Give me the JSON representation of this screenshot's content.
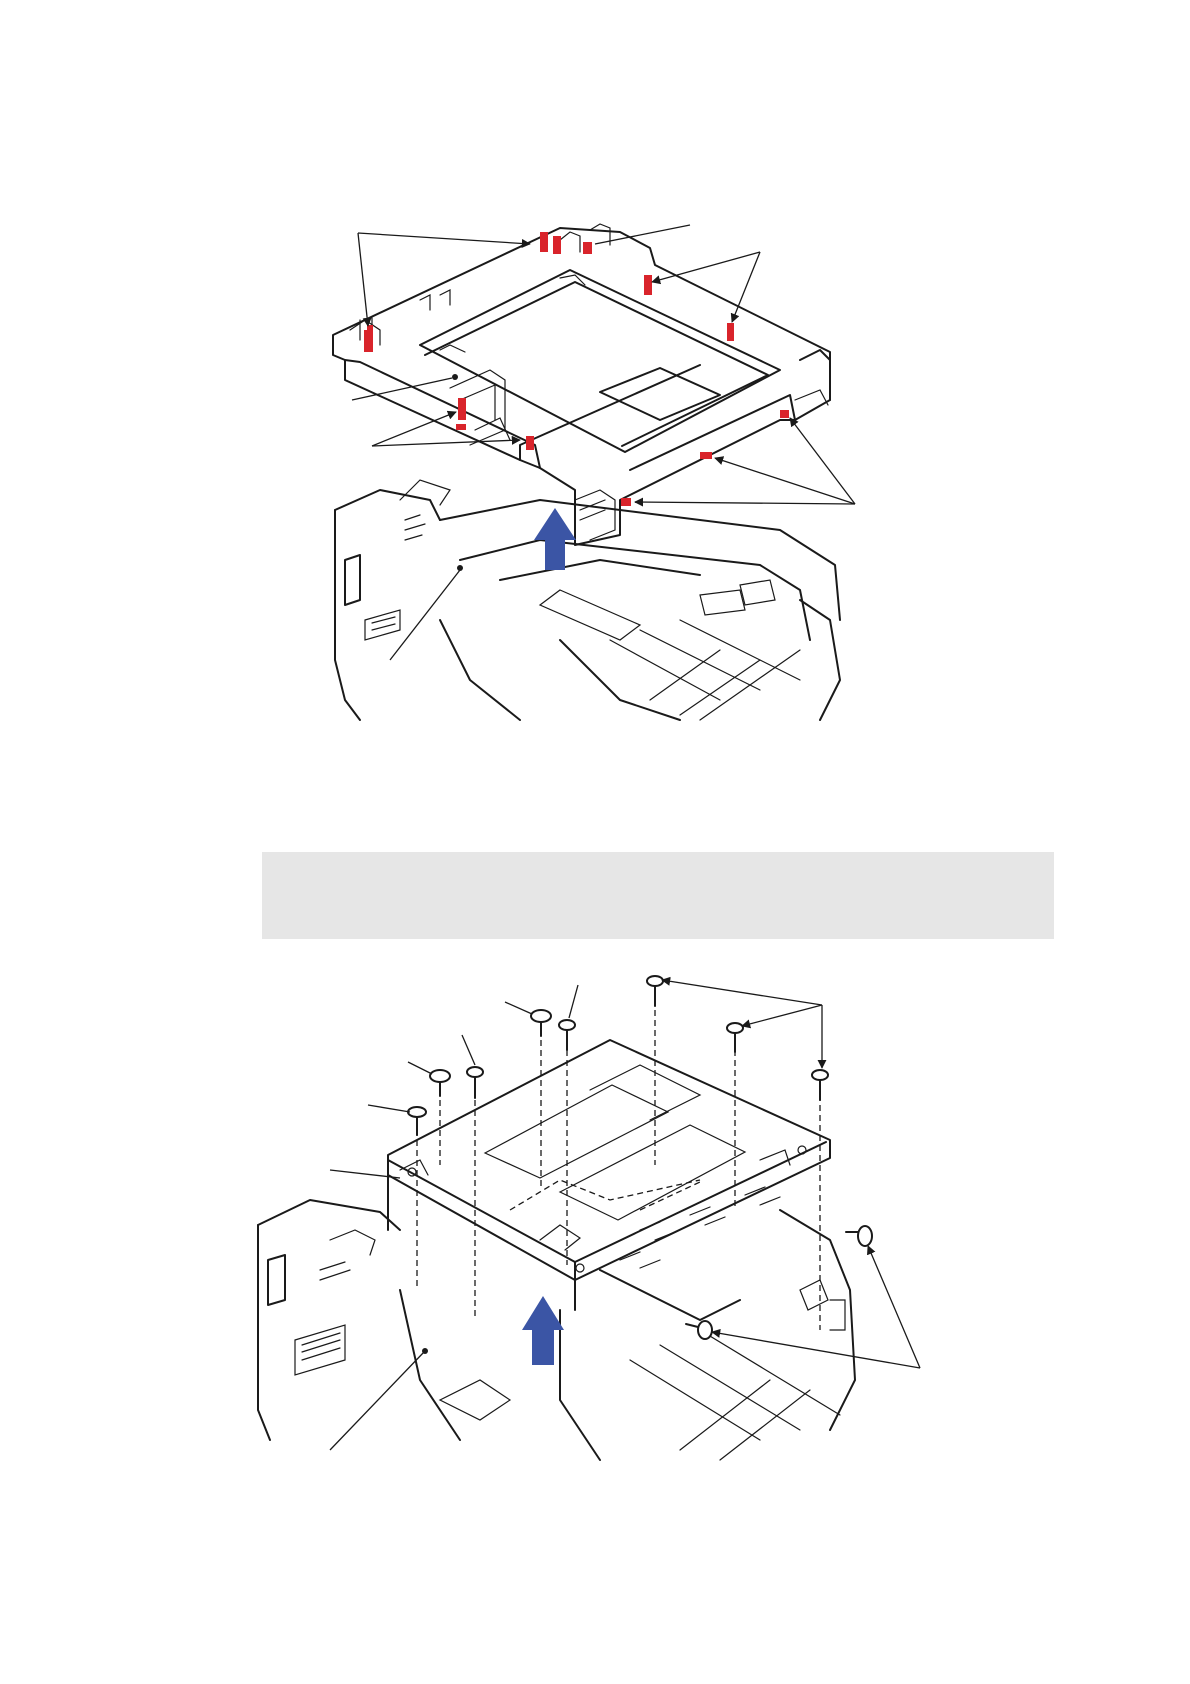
{
  "page": {
    "background": "#ffffff"
  },
  "figures": [
    {
      "name": "frame-lift-figure",
      "arrow_color": "#3b55a5",
      "hook_color": "#d9242b",
      "hook_count": 13
    },
    {
      "name": "plate-screws-figure",
      "arrow_color": "#3b55a5",
      "screw_count": 10
    }
  ],
  "note_box": {
    "color": "#e6e6e6"
  }
}
